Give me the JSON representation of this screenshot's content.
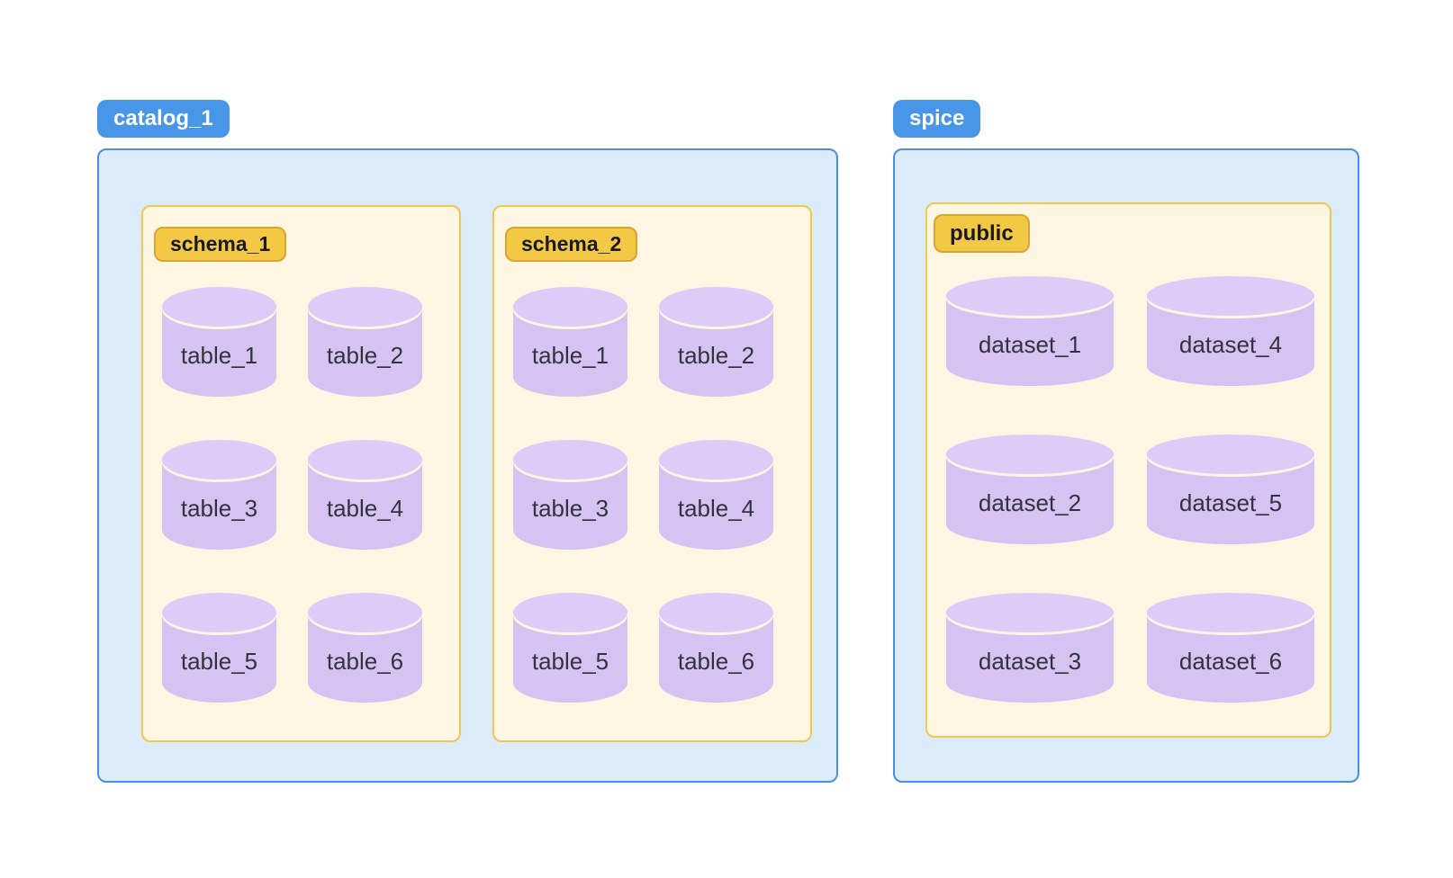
{
  "catalog": {
    "label": "catalog_1",
    "schemas": [
      {
        "label": "schema_1",
        "items": [
          "table_1",
          "table_2",
          "table_3",
          "table_4",
          "table_5",
          "table_6"
        ]
      },
      {
        "label": "schema_2",
        "items": [
          "table_1",
          "table_2",
          "table_3",
          "table_4",
          "table_5",
          "table_6"
        ]
      }
    ]
  },
  "spice": {
    "label": "spice",
    "schemas": [
      {
        "label": "public",
        "items": [
          "dataset_1",
          "dataset_4",
          "dataset_2",
          "dataset_5",
          "dataset_3",
          "dataset_6"
        ]
      }
    ]
  },
  "colors": {
    "blue_badge": "#4796E8",
    "blue_border": "#4A90E2",
    "blue_fill": "#DCEBFA",
    "yellow_badge": "#F2C845",
    "yellow_badge_border": "#D9A430",
    "yellow_fill": "#FDF6E2",
    "yellow_border": "#EFC84E",
    "cylinder_body": "#D6C3F2",
    "cylinder_top": "#DDCCF7",
    "badge_text_dark": "#1A1A1E",
    "label_text": "#333340"
  }
}
